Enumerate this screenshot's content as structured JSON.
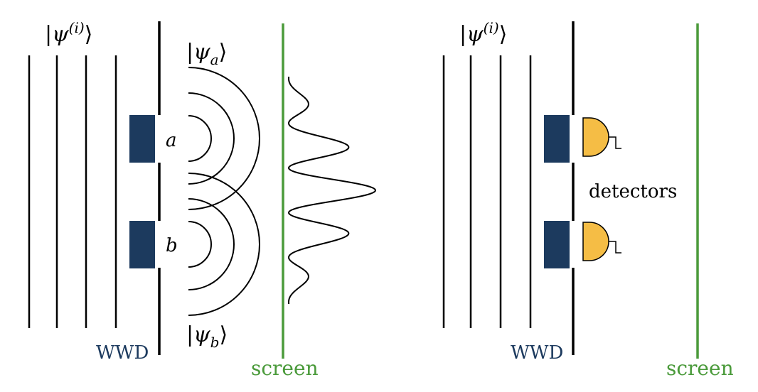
{
  "left_panel": {
    "incident_state": {
      "psi": "ψ",
      "superscript": "(i)"
    },
    "state_a": {
      "psi": "ψ",
      "subscript": "a"
    },
    "state_b": {
      "psi": "ψ",
      "subscript": "b"
    },
    "slit_a_label": "a",
    "slit_b_label": "b",
    "wwd_label": "WWD",
    "screen_label": "screen"
  },
  "right_panel": {
    "incident_state": {
      "psi": "ψ",
      "superscript": "(i)"
    },
    "detectors_label": "detectors",
    "wwd_label": "WWD",
    "screen_label": "screen"
  },
  "colors": {
    "line": "#000000",
    "wwd_block": "#1c3a5e",
    "screen": "#4a9a3a",
    "detector_fill": "#f5bd45",
    "wwd_text": "#1c3a5e",
    "screen_text": "#4a9a3a"
  }
}
